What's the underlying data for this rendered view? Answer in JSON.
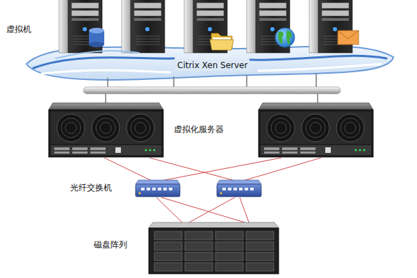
{
  "diagram": {
    "labels": [
      "虚拟机",
      "Citrix Xen Server",
      "虚拟化服务器",
      "光纤交换机",
      "磁盘阵列"
    ]
  }
}
